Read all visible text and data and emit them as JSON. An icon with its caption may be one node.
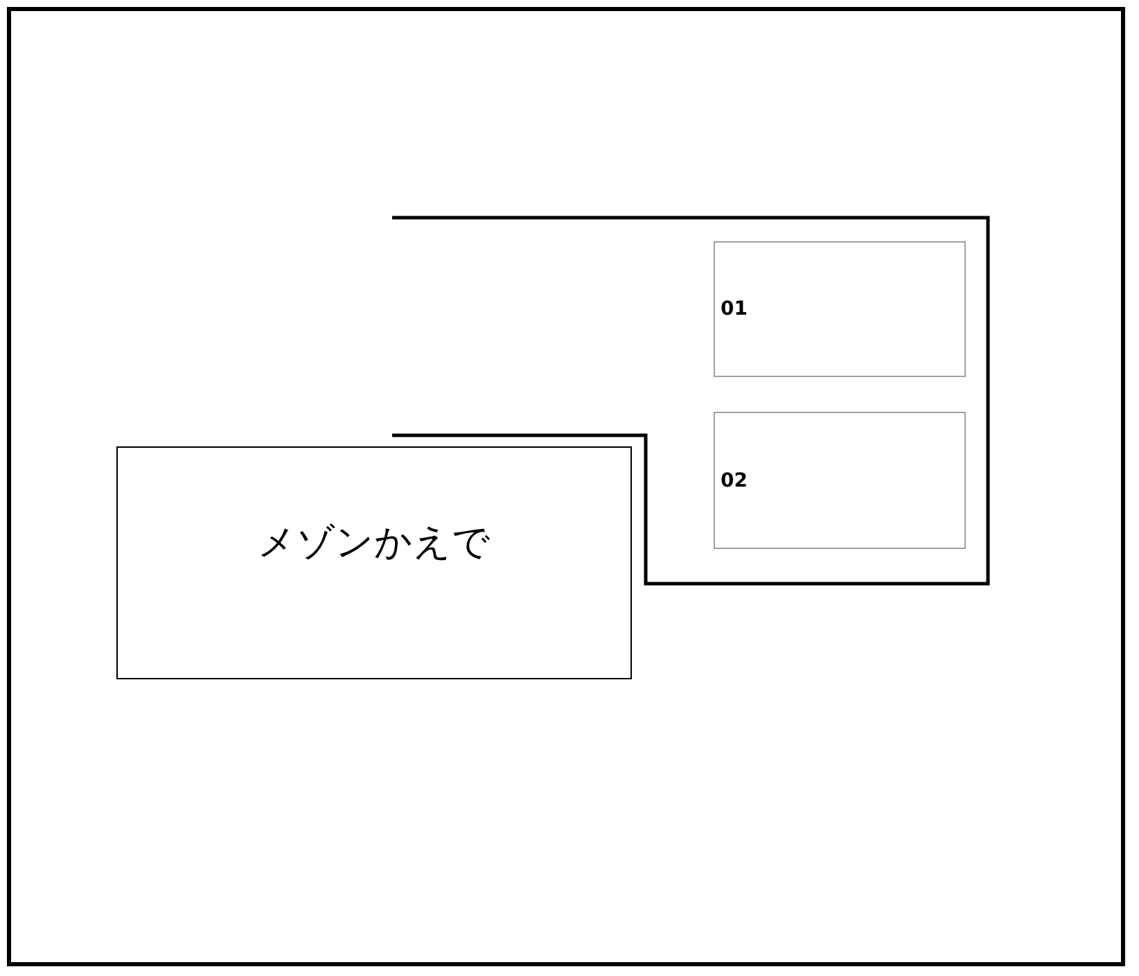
{
  "diagram": {
    "nodes": [
      {
        "text": [
          "01"
        ]
      },
      {
        "text": [
          "02"
        ]
      },
      {
        "text": [
          "メゾンかえで"
        ]
      }
    ]
  }
}
